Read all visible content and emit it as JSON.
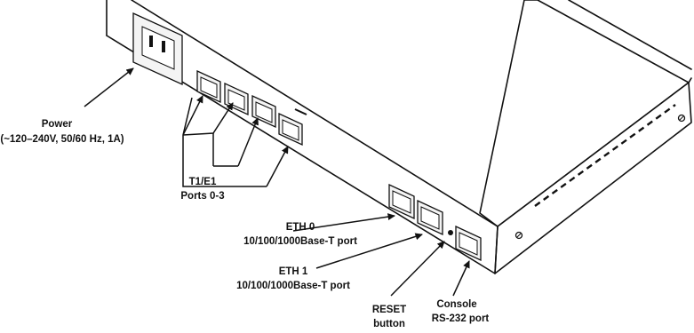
{
  "callouts": {
    "power_title": "Power",
    "power_spec": "(~120–240V, 50/60 Hz, 1A)",
    "t1e1_title": "T1/E1",
    "t1e1_ports": "Ports 0-3",
    "eth0_title": "ETH 0",
    "eth0_spec": "10/100/1000Base-T port",
    "eth1_title": "ETH 1",
    "eth1_spec": "10/100/1000Base-T port",
    "reset_title": "RESET",
    "reset_sub": "button",
    "console_title": "Console",
    "console_sub": "RS-232 port"
  },
  "colors": {
    "ink": "#111111",
    "background": "#ffffff"
  }
}
